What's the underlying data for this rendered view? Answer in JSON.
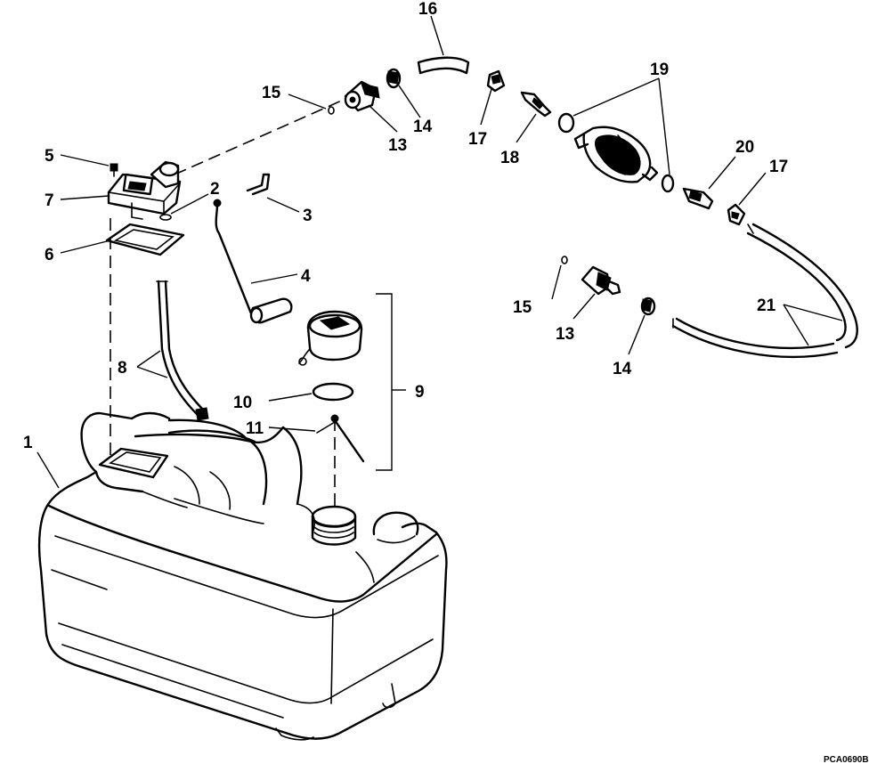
{
  "callouts": {
    "c1": "1",
    "c2": "2",
    "c3": "3",
    "c4": "4",
    "c5": "5",
    "c6": "6",
    "c7": "7",
    "c8": "8",
    "c9": "9",
    "c10": "10",
    "c11": "11",
    "c13a": "13",
    "c13b": "13",
    "c14a": "14",
    "c14b": "14",
    "c15a": "15",
    "c15b": "15",
    "c16": "16",
    "c17a": "17",
    "c17b": "17",
    "c18": "18",
    "c19": "19",
    "c20": "20",
    "c21": "21"
  },
  "figure_code": "PCA0690B"
}
